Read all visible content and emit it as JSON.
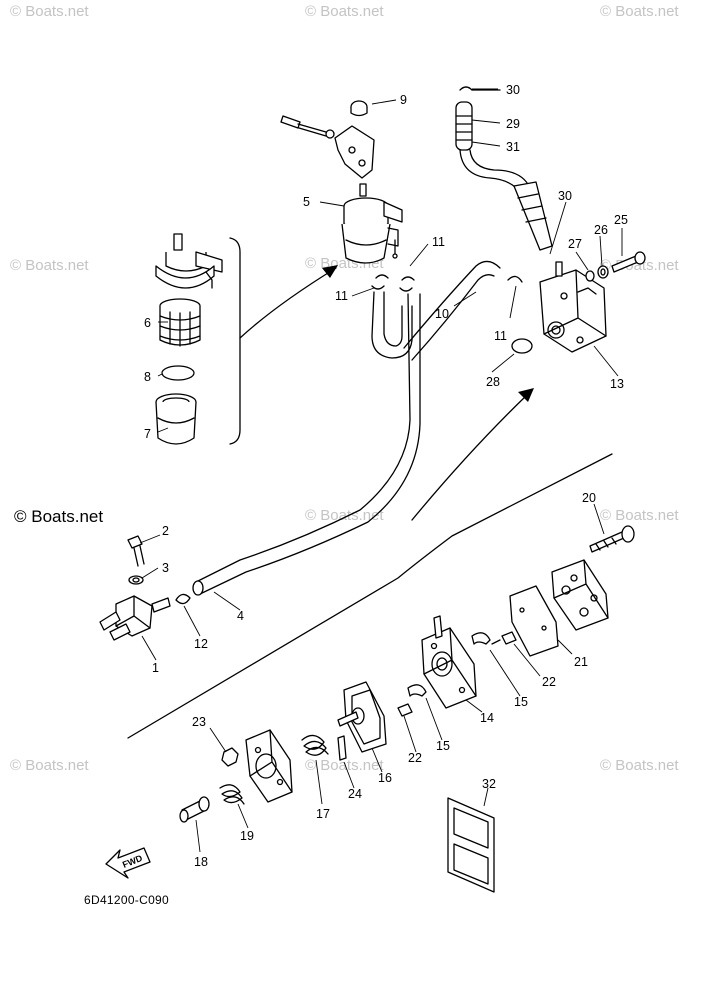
{
  "watermark": {
    "text": "© Boats.net",
    "prominent_text": "© Boats.net"
  },
  "diagram_code": "6D41200-C090",
  "fwd_label": "FWD",
  "callouts": {
    "n1": "1",
    "n2": "2",
    "n3": "3",
    "n4": "4",
    "n5": "5",
    "n6": "6",
    "n7": "7",
    "n8": "8",
    "n9": "9",
    "n10": "10",
    "n11a": "11",
    "n11b": "11",
    "n11c": "11",
    "n12": "12",
    "n13": "13",
    "n14": "14",
    "n15a": "15",
    "n15b": "15",
    "n16": "16",
    "n17": "17",
    "n18": "18",
    "n19": "19",
    "n20": "20",
    "n21": "21",
    "n22a": "22",
    "n22b": "22",
    "n23": "23",
    "n24": "24",
    "n25": "25",
    "n26": "26",
    "n27": "27",
    "n28": "28",
    "n29": "29",
    "n30a": "30",
    "n30b": "30",
    "n31": "31",
    "n32": "32"
  }
}
